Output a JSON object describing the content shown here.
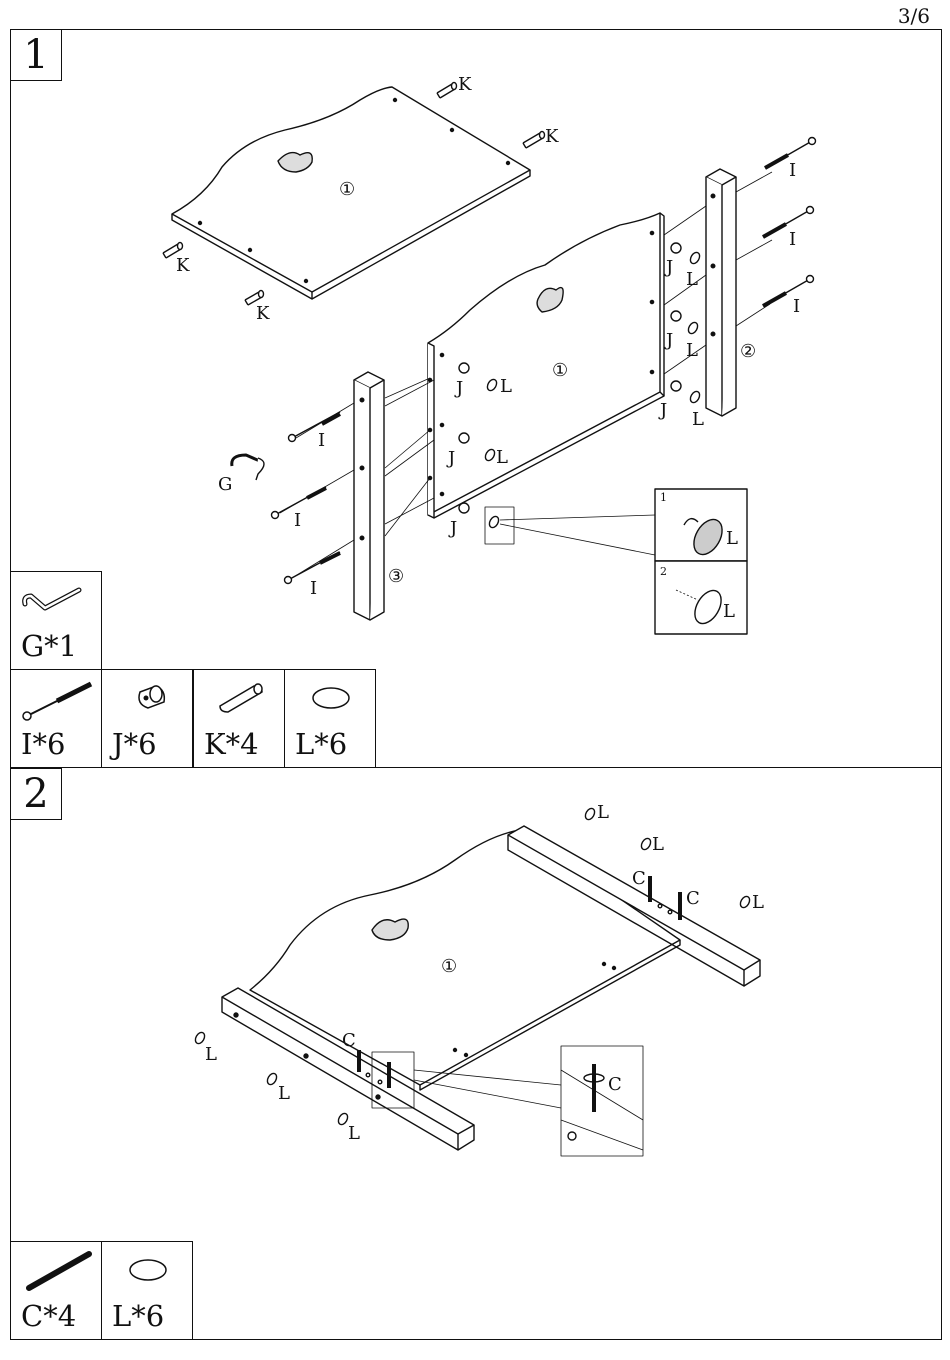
{
  "page_number": "3/6",
  "steps": [
    {
      "number": "1",
      "parts": [
        {
          "id": "G",
          "label": "G*1",
          "icon": "allen-key-icon"
        },
        {
          "id": "I",
          "label": "I*6",
          "icon": "bolt-icon"
        },
        {
          "id": "J",
          "label": "J*6",
          "icon": "barrel-nut-icon"
        },
        {
          "id": "K",
          "label": "K*4",
          "icon": "wooden-dowel-icon"
        },
        {
          "id": "L",
          "label": "L*6",
          "icon": "cover-cap-icon"
        }
      ],
      "callouts": {
        "panel_top": "①",
        "panel_front": "①",
        "post_right": "②",
        "post_left": "③",
        "K": "K",
        "I": "I",
        "J": "J",
        "L": "L",
        "G": "G"
      },
      "detail": [
        {
          "index": "1",
          "part": "L"
        },
        {
          "index": "2",
          "part": "L"
        }
      ]
    },
    {
      "number": "2",
      "parts": [
        {
          "id": "C",
          "label": "C*4",
          "icon": "dowel-rod-icon"
        },
        {
          "id": "L",
          "label": "L*6",
          "icon": "cover-cap-icon"
        }
      ],
      "callouts": {
        "panel": "①",
        "C": "C",
        "L": "L"
      }
    }
  ]
}
